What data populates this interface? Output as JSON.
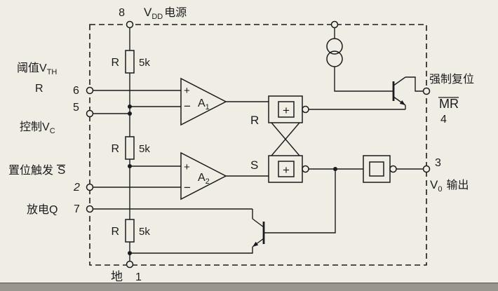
{
  "colors": {
    "ink": "#1b1b1d",
    "paper": "#f0ede5",
    "scan_shadow": "#7b7872"
  },
  "pins": {
    "p8": {
      "number": "8",
      "signal": "V",
      "signal_sub": "DD",
      "label": "电源"
    },
    "p6": {
      "number": "6",
      "label": "阈值V",
      "label_sub": "TH",
      "label2": "R"
    },
    "p5": {
      "number": "5",
      "label": "控制V",
      "label_sub": "C"
    },
    "p2": {
      "number": "2",
      "label": "置位触发",
      "signal": "S"
    },
    "p7": {
      "number": "7",
      "label": "放电Q"
    },
    "p1": {
      "number": "1",
      "label": "地"
    },
    "p4": {
      "number": "4",
      "label": "强制复位",
      "signal": "MR"
    },
    "p3": {
      "number": "3",
      "signal": "V",
      "signal_sub": "0",
      "label": "输出"
    }
  },
  "resistors": {
    "r1": {
      "name": "R",
      "value": "5k"
    },
    "r2": {
      "name": "R",
      "value": "5k"
    },
    "r3": {
      "name": "R",
      "value": "5k"
    }
  },
  "comparators": {
    "a1": {
      "name": "A",
      "sub": "1",
      "plus": "+",
      "minus": "−"
    },
    "a2": {
      "name": "A",
      "sub": "2",
      "plus": "+",
      "minus": "−"
    }
  },
  "flipflop": {
    "r_label": "R",
    "s_label": "S",
    "gate1_symbol": "+",
    "gate2_symbol": "+"
  }
}
